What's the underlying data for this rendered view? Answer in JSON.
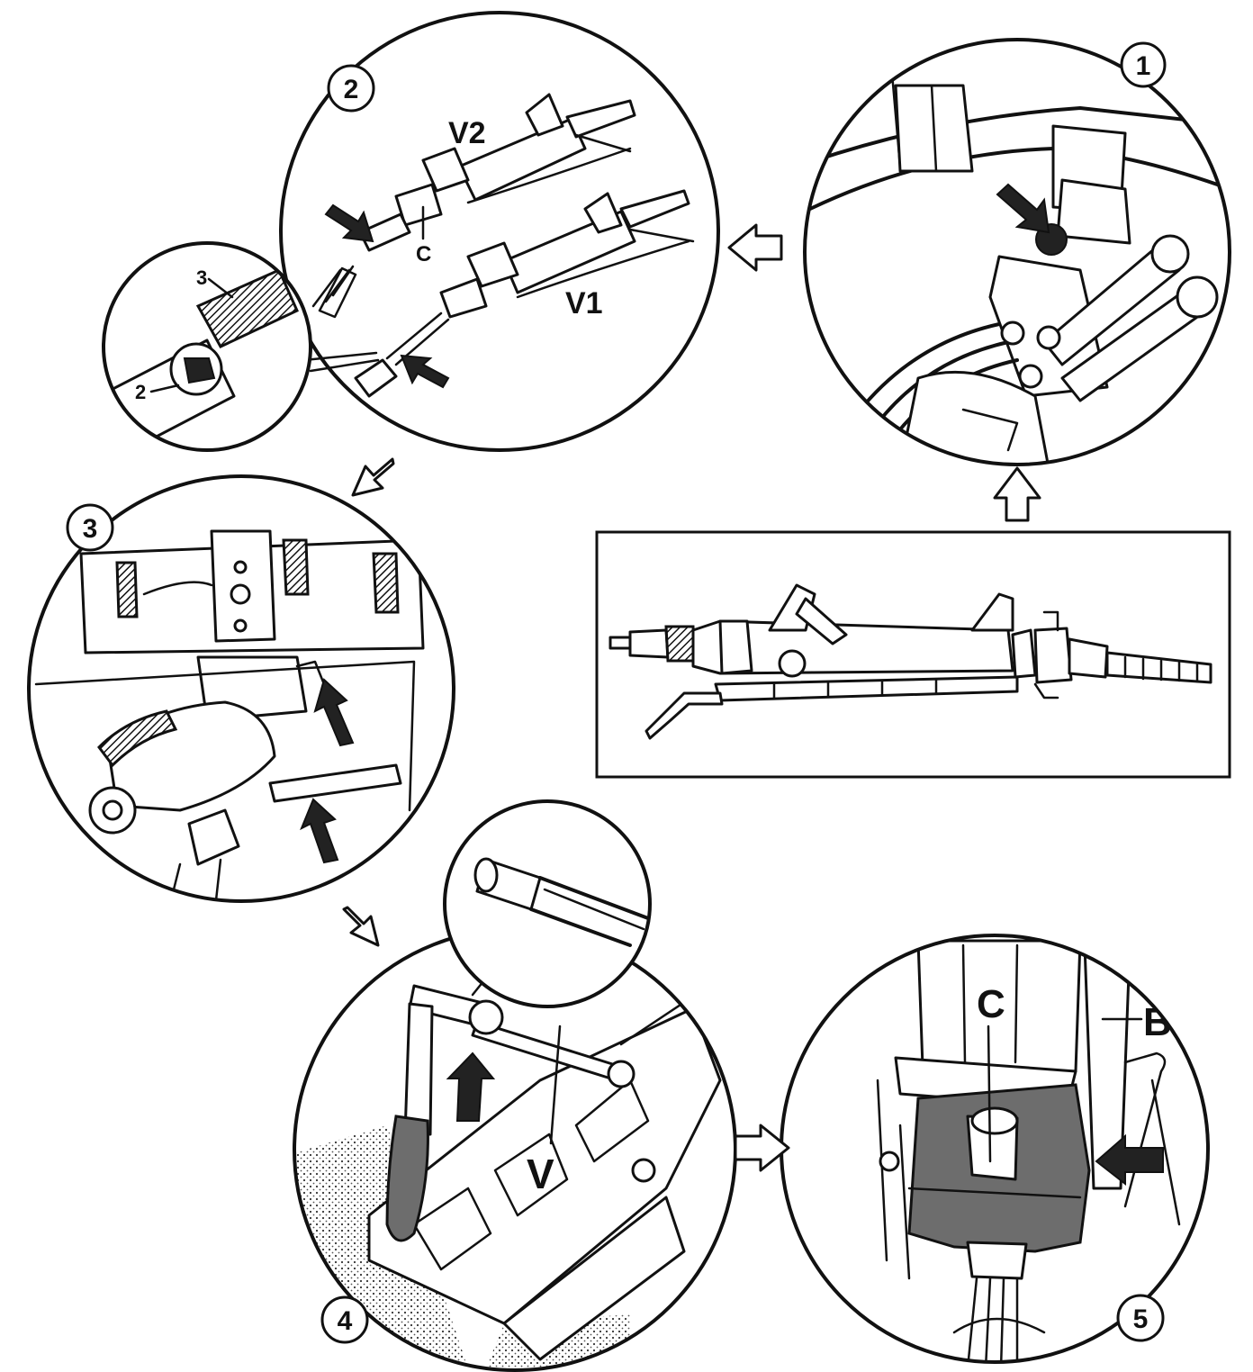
{
  "steps": [
    {
      "number": "1"
    },
    {
      "number": "2"
    },
    {
      "number": "3"
    },
    {
      "number": "4"
    },
    {
      "number": "5"
    }
  ],
  "labels": {
    "v2": "V2",
    "v1": "V1",
    "c_small": "C",
    "detail_3": "3",
    "detail_2": "2",
    "v_tool": "V",
    "c_big": "C",
    "b_big": "B"
  },
  "colors": {
    "ink": "#111111",
    "shading": "#6d6d6d",
    "background": "#ffffff"
  },
  "icons": [
    "flow-arrow-icon",
    "indicator-arrow-icon"
  ]
}
